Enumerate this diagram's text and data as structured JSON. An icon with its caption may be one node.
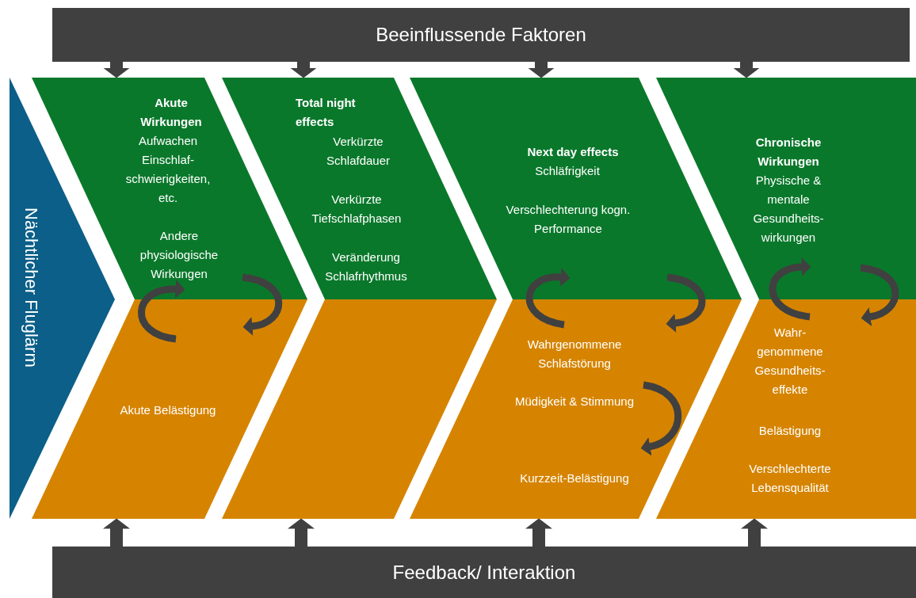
{
  "diagram": {
    "nodes": [
      {
        "text": [
          "Beeinflussende Faktoren"
        ]
      },
      {
        "text": [
          "Nächtlicher Fluglärm"
        ]
      },
      {
        "text": [
          "Akute Wirkungen",
          "Aufwachen",
          "Einschlaf- schwierigkeiten, etc.",
          "Andere physiologische Wirkungen"
        ]
      },
      {
        "text": [
          "Akute Belästigung"
        ]
      },
      {
        "text": [
          "Total night effects",
          "Verkürzte Schlafdauer",
          "Verkürzte Tiefschlafphasen",
          "Veränderung Schlafrhythmus"
        ]
      },
      {
        "text": [],
        "shape": "box"
      },
      {
        "text": [
          "Next day effects",
          "Schläfrigkeit",
          "Verschlechterung kogn. Performance"
        ]
      },
      {
        "text": [
          "Wahrgenommene Schlafstörung",
          "Müdigkeit & Stimmung",
          "Kurzzeit-Belästigung"
        ]
      },
      {
        "text": [
          "Chronische Wirkungen",
          "Physische & mentale Gesundheits- wirkungen"
        ]
      },
      {
        "text": [
          "Wahr- genommene Gesundheits- effekte",
          "Belästigung",
          "Verschlechterte Lebensqualität"
        ]
      },
      {
        "text": [
          "Feedback/ Interaktion"
        ]
      }
    ],
    "edges": [
      {
        "from": 0,
        "to": 2,
        "arrow": "to"
      },
      {
        "from": 0,
        "to": 4,
        "arrow": "to"
      },
      {
        "from": 0,
        "to": 6,
        "arrow": "to"
      },
      {
        "from": 0,
        "to": 8,
        "arrow": "to"
      },
      {
        "from": 10,
        "to": 3,
        "arrow": "to"
      },
      {
        "from": 10,
        "to": 5,
        "arrow": "to"
      },
      {
        "from": 10,
        "to": 7,
        "arrow": "to"
      },
      {
        "from": 10,
        "to": 9,
        "arrow": "to"
      },
      {
        "from": 3,
        "to": 2,
        "arrow": "to"
      },
      {
        "from": 2,
        "to": 3,
        "arrow": "to"
      },
      {
        "from": 7,
        "to": 6,
        "arrow": "to"
      },
      {
        "from": 6,
        "to": 7,
        "arrow": "to"
      },
      {
        "from": 9,
        "to": 8,
        "arrow": "to"
      },
      {
        "from": 8,
        "to": 9,
        "arrow": "to"
      }
    ]
  }
}
